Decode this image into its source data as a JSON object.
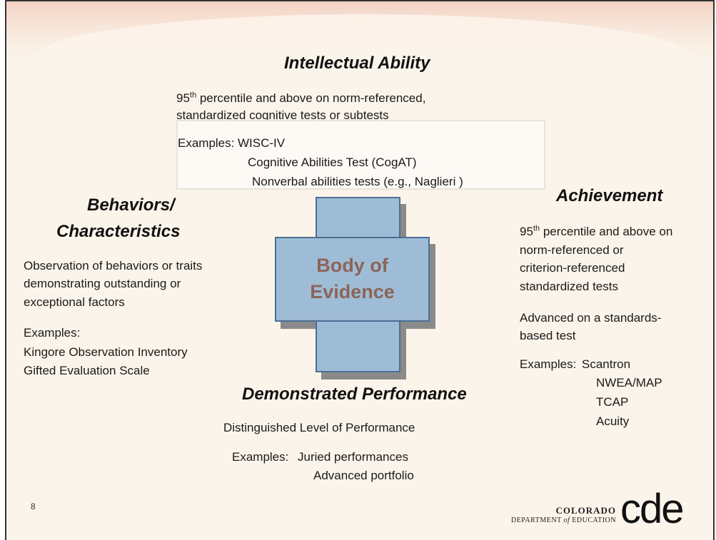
{
  "intellectual": {
    "heading": "Intellectual Ability",
    "line1_prefix": "95",
    "line1_sup": "th",
    "line1_suffix": " percentile and above on norm-referenced,",
    "line2": "standardized cognitive tests or subtests",
    "examples_label": "Examples:",
    "examples": [
      "WISC-IV",
      "Cognitive Abilities Test (CogAT)",
      "Nonverbal abilities tests (e.g., Naglieri )"
    ]
  },
  "behaviors": {
    "heading_line1": "Behaviors/",
    "heading_line2": "Characteristics",
    "desc": [
      "Observation of behaviors or traits",
      "demonstrating outstanding or",
      "exceptional factors"
    ],
    "examples_label": "Examples:",
    "examples": [
      "Kingore Observation Inventory",
      "Gifted Evaluation Scale"
    ]
  },
  "achievement": {
    "heading": "Achievement",
    "line1_prefix": "95",
    "line1_sup": "th",
    "line1_suffix": " percentile and above on",
    "lines": [
      "norm-referenced or",
      "criterion-referenced",
      "standardized tests"
    ],
    "advanced": [
      "Advanced on a standards-",
      "based test"
    ],
    "examples_label": "Examples:",
    "examples": [
      "Scantron",
      "NWEA/MAP",
      "TCAP",
      "Acuity"
    ]
  },
  "performance": {
    "heading": "Demonstrated Performance",
    "desc": "Distinguished Level of Performance",
    "examples_label": "Examples:",
    "examples": [
      "Juried performances",
      "Advanced portfolio"
    ]
  },
  "center": {
    "line1": "Body of",
    "line2": "Evidence"
  },
  "footer": {
    "page_number": "8",
    "logo_line1": "COLORADO",
    "logo_line2_a": "DEPARTMENT ",
    "logo_line2_of": "of",
    "logo_line2_b": " EDUCATION",
    "logo_mark": "cde"
  }
}
